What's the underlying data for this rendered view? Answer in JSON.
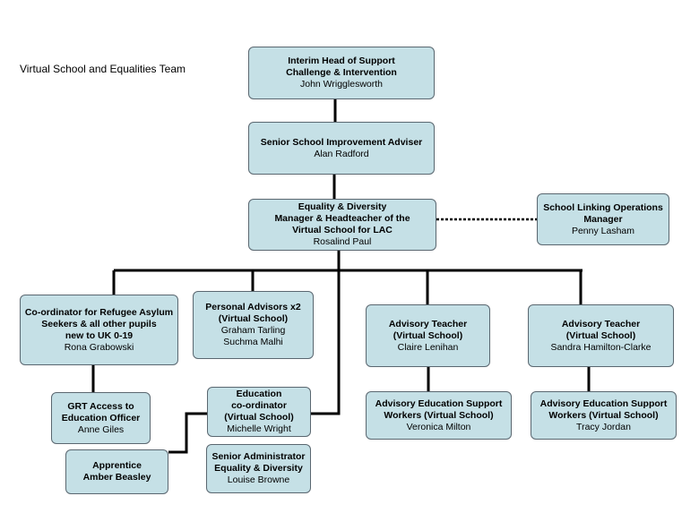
{
  "header": {
    "title": "Virtual School and Equalities Team"
  },
  "nodes": {
    "head": {
      "role": "Interim Head of Support\nChallenge & Intervention",
      "person": "John Wrigglesworth"
    },
    "senior_adv": {
      "role": "Senior School Improvement Adviser",
      "person": "Alan Radford"
    },
    "equality": {
      "role": "Equality & Diversity\nManager & Headteacher of the\nVirtual School for LAC",
      "person": "Rosalind Paul"
    },
    "linking": {
      "role": "School Linking Operations\nManager",
      "person": "Penny Lasham"
    },
    "refugee": {
      "role": "Co-ordinator for Refugee Asylum\nSeekers & all other pupils\nnew to UK  0-19",
      "person": "Rona Grabowski"
    },
    "personal": {
      "role": "Personal Advisors x2\n(Virtual School)",
      "person": "Graham Tarling",
      "person2": "Suchma Malhi"
    },
    "adv_claire": {
      "role": "Advisory Teacher\n(Virtual School)",
      "person": "Claire Lenihan"
    },
    "adv_sandra": {
      "role": "Advisory Teacher\n(Virtual School)",
      "person": "Sandra Hamilton-Clarke"
    },
    "grt": {
      "role": "GRT Access to\nEducation Officer",
      "person": "Anne Giles"
    },
    "edu_coord": {
      "role": "Education\nco-ordinator\n(Virtual School)",
      "person": "Michelle Wright"
    },
    "aes_veronica": {
      "role": "Advisory Education Support\nWorkers  (Virtual School)",
      "person": "Veronica Milton"
    },
    "aes_tracy": {
      "role": "Advisory Education Support\nWorkers (Virtual School)",
      "person": "Tracy Jordan"
    },
    "apprentice": {
      "role": "Apprentice\nAmber Beasley"
    },
    "senior_admin": {
      "role": "Senior Administrator\nEquality & Diversity",
      "person": "Louise Browne"
    }
  },
  "colors": {
    "box_fill": "#c5e0e6",
    "box_border": "#5a6770",
    "line": "#000000"
  }
}
